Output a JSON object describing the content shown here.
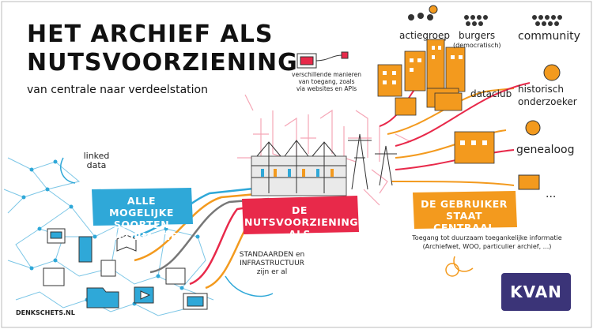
{
  "title_line1": "HET ARCHIEF ALS",
  "title_line2": "NUTSVOORZIENING",
  "subtitle": "van centrale naar verdeelstation",
  "linked_data": [
    "linked",
    "data"
  ],
  "banner_left": [
    "ALLE MOGELIJKE",
    "SOORTEN INFORMATIE"
  ],
  "banner_center": [
    "DE NUTSVOORZIENING",
    "ALS VERDEELSTATION"
  ],
  "banner_right": [
    "DE GEBRUIKER",
    "STAAT CENTRAAL"
  ],
  "access_note": [
    "verschillende manieren",
    "van toegang, zoals",
    "via websites en APIs"
  ],
  "standards_note": [
    "STANDAARDEN en",
    "INFRASTRUCTUUR",
    "zijn er al"
  ],
  "footer_note": [
    "Toegang tot duurzaam toegankelijke informatie",
    "(Archiefwet, WOO, particulier archief, ...)"
  ],
  "users": {
    "actiegroep": "actiegroep",
    "burgers": "burgers",
    "burgers_sub": "(democratisch)",
    "community": "community",
    "dataclub": "dataclub",
    "historisch": "historisch",
    "onderzoeker": "onderzoeker",
    "genealoog": "genealoog",
    "more": "..."
  },
  "credit": "DENKSCHETS.NL",
  "logo": "KVAN",
  "colors": {
    "blue": "#2fa8d8",
    "red": "#e8294a",
    "orange": "#f39a1e",
    "purple": "#3b3478"
  }
}
